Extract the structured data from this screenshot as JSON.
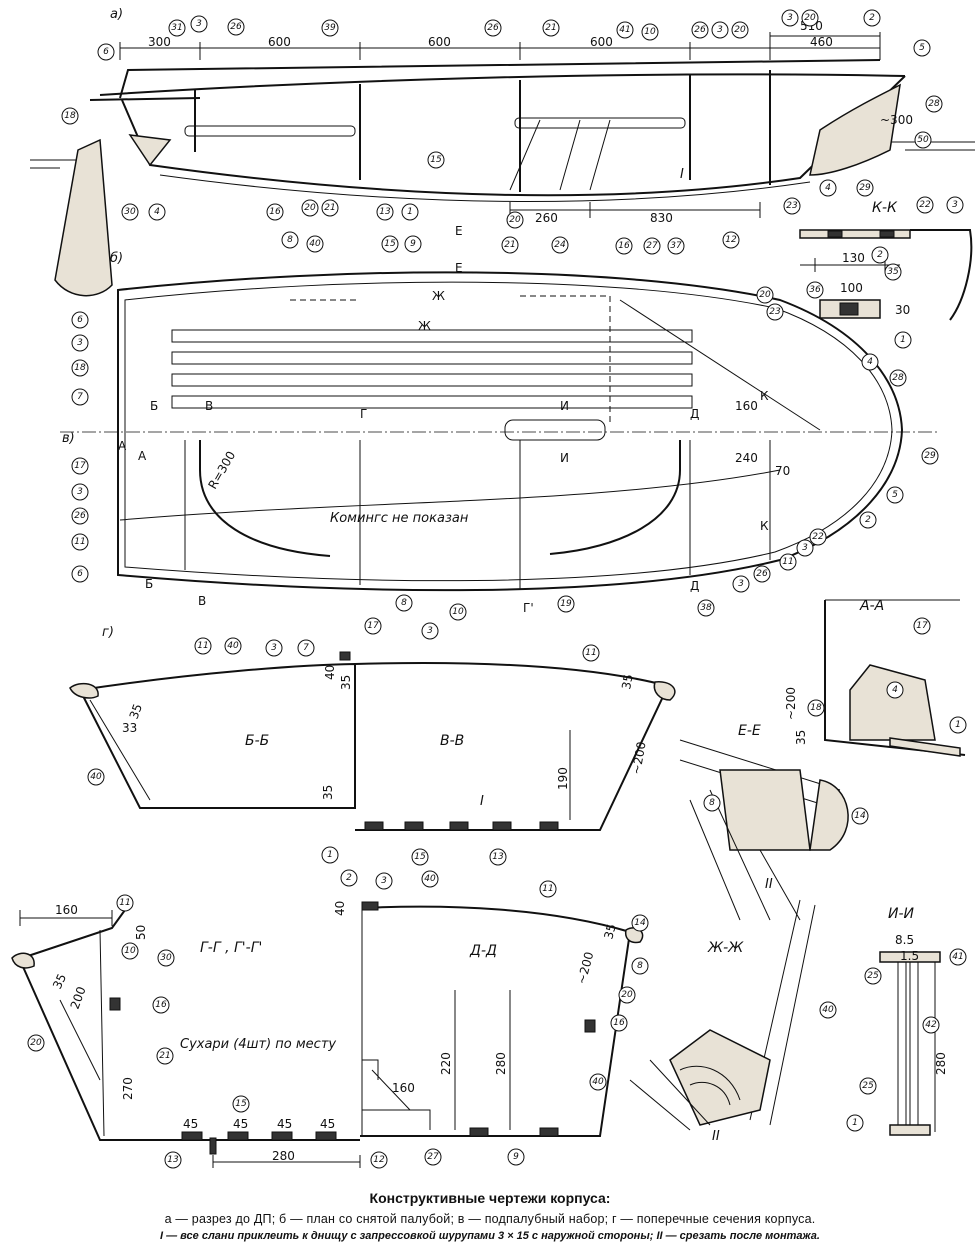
{
  "views": {
    "a": "а)",
    "b": "б)",
    "v": "в)",
    "g": "г)"
  },
  "notes": {
    "coaming": "Комингс не показан",
    "sukhari": "Сухари (4шт) по месту",
    "radius": "R=300"
  },
  "sections": {
    "kk": "К-К",
    "aa": "А-А",
    "ee": "Е-Е",
    "bb": "Б-Б",
    "vv": "В-В",
    "gg": "Г-Г , Г'-Г'",
    "dd": "Д-Д",
    "zhzh": "Ж-Ж",
    "ii": "И-И"
  },
  "dims": {
    "d300": "300",
    "d600a": "600",
    "d600b": "600",
    "d600c": "600",
    "d510": "510",
    "d460": "460",
    "d300b": "~300",
    "d260": "260",
    "d830": "830",
    "d100": "100",
    "d30": "30",
    "d130": "130",
    "d160": "160",
    "d240": "240",
    "d70": "70",
    "d35a": "35",
    "d33": "33",
    "d40": "40",
    "d35b": "35",
    "d35c": "35",
    "d190": "190",
    "d200": "~200",
    "d35d": "35",
    "d200aa": "~200",
    "d35aa": "35",
    "d160g": "160",
    "d50": "50",
    "d35g": "35",
    "d200g": "200",
    "d270": "270",
    "d45a": "45",
    "d45b": "45",
    "d45c": "45",
    "d45d": "45",
    "d280g": "280",
    "d40d": "40",
    "d200d": "~200",
    "d160d": "160",
    "d220": "220",
    "d280d": "280",
    "d35d2": "35",
    "d85": "8.5",
    "d15": "1.5",
    "d280i": "280"
  },
  "markers": {
    "I": "I",
    "II": "II",
    "II2": "II",
    "A": "А",
    "A2": "А",
    "B": "Б",
    "B2": "Б",
    "V": "В",
    "V2": "В",
    "G": "Г",
    "G2": "Г'",
    "D": "Д",
    "D2": "Д",
    "E": "Е",
    "E2": "Е",
    "ZH": "Ж",
    "ZH2": "Ж",
    "I1": "И",
    "I2": "И",
    "K": "К",
    "K2": "К"
  },
  "callouts": {
    "c31": "31",
    "c3a": "3",
    "c26a": "26",
    "c39": "39",
    "c26b": "26",
    "c21a": "21",
    "c41a": "41",
    "c10a": "10",
    "c26c": "26",
    "c3b": "3",
    "c20a": "20",
    "c3c": "3",
    "c20b": "20",
    "c2a": "2",
    "c5a": "5",
    "c6a": "6",
    "c18a": "18",
    "c28a": "28",
    "c50a": "50",
    "c30a": "30",
    "c4a": "4",
    "c16a": "16",
    "c20c": "20",
    "c21b": "21",
    "c13a": "13",
    "c1a": "1",
    "c15a": "15",
    "c24a": "24",
    "c12a": "12",
    "c23a": "23",
    "c4b": "4",
    "c29a": "29",
    "c22a": "22",
    "c3d": "3",
    "c2b": "2",
    "c35a": "35",
    "c8a": "8",
    "c40a": "40",
    "c15b": "15",
    "c9a": "9",
    "c20d": "20",
    "c16b": "16",
    "c27a": "27",
    "c37a": "37",
    "c20e": "20",
    "c21c": "21",
    "c36a": "36",
    "c23b": "23",
    "c1b": "1",
    "c6b": "6",
    "c3e": "3",
    "c18b": "18",
    "c7a": "7",
    "c4c": "4",
    "c28b": "28",
    "c29b": "29",
    "c17a": "17",
    "c3f": "3",
    "c26d": "26",
    "c11a": "11",
    "c6c": "6",
    "c5b": "5",
    "c2c": "2",
    "c22b": "22",
    "c3g": "3",
    "c26e": "26",
    "c11b": "11",
    "c3h": "3",
    "c19a": "19",
    "c10b": "10",
    "c8b": "8",
    "c38a": "38",
    "c11c": "11",
    "c40b": "40",
    "c3i": "3",
    "c7b": "7",
    "c17b": "17",
    "c3j": "3",
    "c11d": "11",
    "c40c": "40",
    "c1c": "1",
    "c15c": "15",
    "c13b": "13",
    "c17c": "17",
    "c18c": "18",
    "c4d": "4",
    "c1d": "1",
    "c8c": "8",
    "c14a": "14",
    "c11e": "11",
    "c10c": "10",
    "c30b": "30",
    "c16c": "16",
    "c20f": "20",
    "c21d": "21",
    "c15d": "15",
    "c13c": "13",
    "c12b": "12",
    "c2d": "2",
    "c3k": "3",
    "c40d": "40",
    "c11f": "11",
    "c14b": "14",
    "c8d": "8",
    "c20g": "20",
    "c16d": "16",
    "c40e": "40",
    "c27b": "27",
    "c9b": "9",
    "c40f": "40",
    "c41b": "41",
    "c25a": "25",
    "c42a": "42",
    "c25b": "25",
    "c1e": "1"
  },
  "caption": {
    "title": "Конструктивные чертежи корпуса:",
    "line1": "а — разрез до ДП;  б — план со снятой палубой;  в — подпалубный набор;  г — поперечные сечения корпуса.",
    "line2": "I — все слани приклеить к днищу с запрессовкой шурупами 3 × 15 с наружной стороны;  II — срезать после монтажа."
  }
}
